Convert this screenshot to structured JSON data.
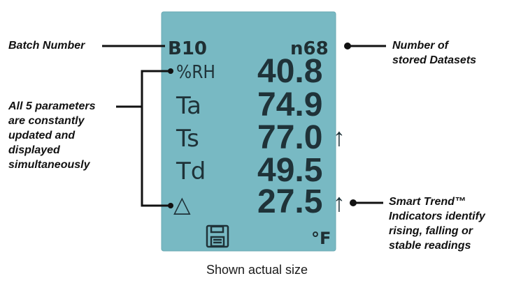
{
  "display": {
    "batch": "B10",
    "datasets": "n68",
    "rows": [
      {
        "label": "%RH",
        "value": "40.8",
        "trend": ""
      },
      {
        "label": "Ta",
        "value": "74.9",
        "trend": ""
      },
      {
        "label": "Ts",
        "value": "77.0",
        "trend": "↑"
      },
      {
        "label": "Td",
        "value": "49.5",
        "trend": ""
      },
      {
        "label": "△",
        "value": "27.5",
        "trend": "↑"
      }
    ],
    "unit": "°F"
  },
  "annotations": {
    "batch_number": "Batch Number",
    "datasets": "Number of\nstored Datasets",
    "parameters": "All 5 parameters\nare constantly\nupdated and\ndisplayed\nsimultaneously",
    "trend": "Smart Trend™\nIndicators identify\nrising, falling or\nstable readings"
  },
  "caption": "Shown actual size",
  "colors": {
    "lcd_background": "#78b9c3",
    "lcd_text": "#1f3238"
  }
}
